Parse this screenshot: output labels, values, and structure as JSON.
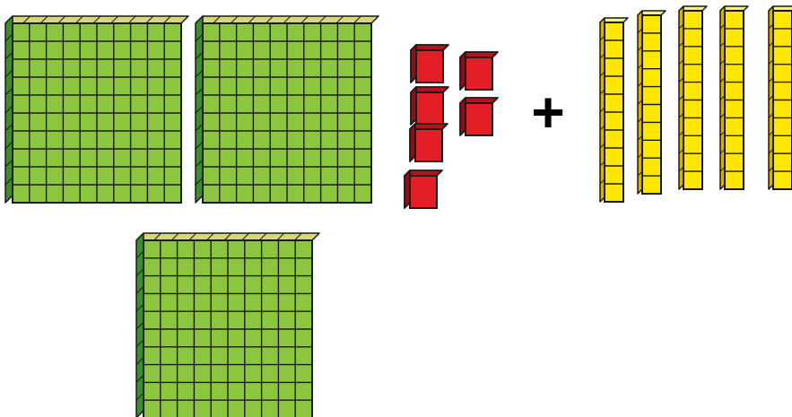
{
  "blocks": {
    "hundreds_top": [
      {
        "id": "flat-1",
        "rows": 10,
        "cols": 10
      },
      {
        "id": "flat-2",
        "rows": 10,
        "cols": 10
      }
    ],
    "ones": {
      "count": 6
    },
    "operator": "+",
    "tens": [
      {
        "id": "rod-1",
        "cubes": 10
      },
      {
        "id": "rod-2",
        "cubes": 10
      },
      {
        "id": "rod-3",
        "cubes": 10
      },
      {
        "id": "rod-4",
        "cubes": 10
      },
      {
        "id": "rod-5",
        "cubes": 10
      }
    ],
    "hundreds_bottom": [
      {
        "id": "flat-3",
        "rows": 10,
        "cols": 10
      }
    ]
  },
  "colors": {
    "flat_face": "#8cc63f",
    "flat_top": "#d6d77a",
    "flat_side": "#3a8f2a",
    "unit_face": "#e41e26",
    "unit_top": "#b5121b",
    "unit_side": "#8f0d14",
    "rod_face": "#ffe600",
    "rod_top": "#f3f08a",
    "rod_side": "#d4b300",
    "outline": "#1a1a1a"
  }
}
